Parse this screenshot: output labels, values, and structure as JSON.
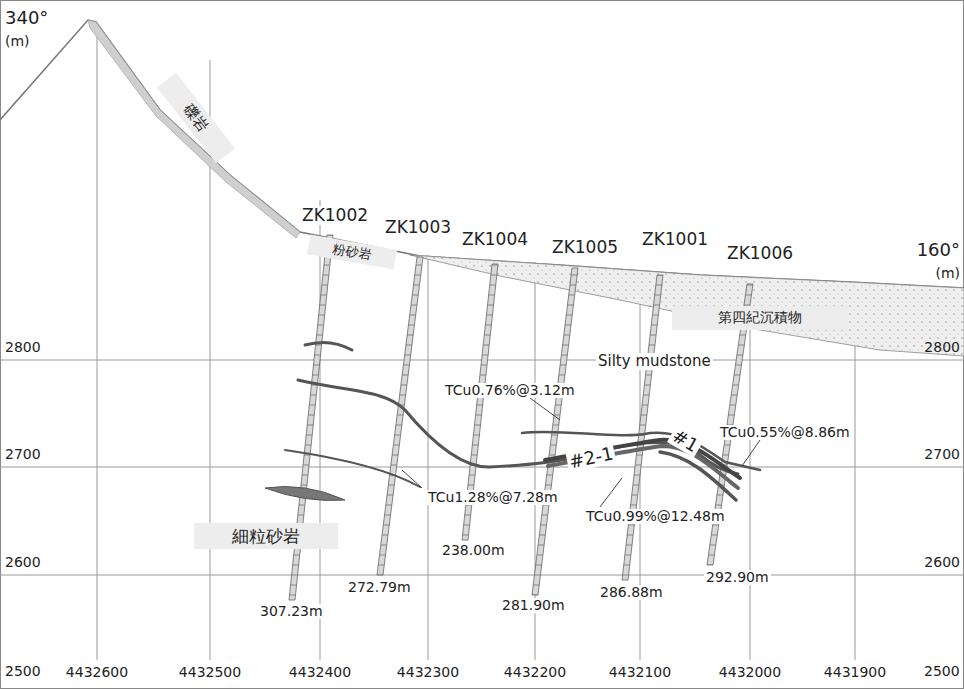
{
  "diagram": {
    "nodes": [
      {
        "text": [
          "礫岩"
        ]
      },
      {
        "text": [
          "粉砂岩"
        ]
      },
      {
        "text": [
          "第四紀沉積物"
        ]
      },
      {
        "text": [
          "細粒砂岩"
        ]
      }
    ],
    "labels": [
      "340°",
      "(m)",
      "ZK1002",
      "ZK1003",
      "ZK1004",
      "ZK1005",
      "ZK1001",
      "ZK1006",
      "160°",
      "(m)",
      "2800",
      "2800",
      "Silty mudstone",
      "TCu0.76%@3.12m",
      "TCu0.55%@8.86m",
      "2700",
      "2700",
      "#2-1",
      "#1",
      "TCu1.28%@7.28m",
      "TCu0.99%@12.48m",
      "2600",
      "2600",
      "307.23m",
      "272.79m",
      "238.00m",
      "281.90m",
      "286.88m",
      "292.90m",
      "2500",
      "4432600",
      "4432500",
      "4432400",
      "4432300",
      "4432200",
      "4432100",
      "4432000",
      "4431900",
      "2500"
    ]
  }
}
